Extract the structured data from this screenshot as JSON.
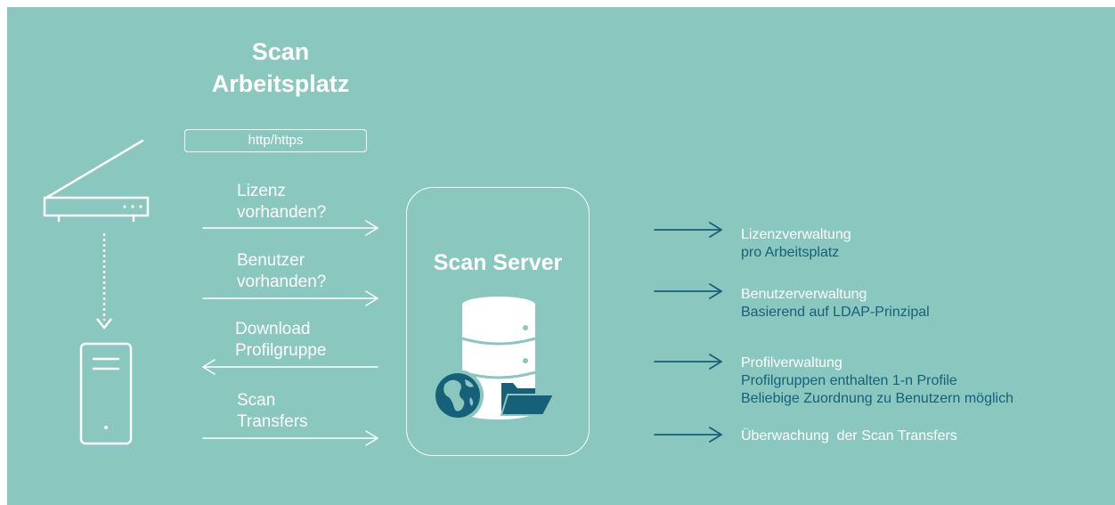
{
  "workstation": {
    "title_line1": "Scan",
    "title_line2": "Arbeitsplatz",
    "protocol": "http/https"
  },
  "messages": [
    {
      "line1": "Lizenz",
      "line2": "vorhanden?",
      "direction": "to-server"
    },
    {
      "line1": "Benutzer",
      "line2": "vorhanden?",
      "direction": "to-server"
    },
    {
      "line1": "Download",
      "line2": "Profilgruppe",
      "direction": "to-workstation"
    },
    {
      "line1": "Scan",
      "line2": "Transfers",
      "direction": "to-server"
    }
  ],
  "server": {
    "title": "Scan Server",
    "icons": [
      "database-icon",
      "globe-icon",
      "folder-icon"
    ]
  },
  "features": [
    {
      "title": "Lizenzverwaltung",
      "lines": [
        "pro Arbeitsplatz"
      ]
    },
    {
      "title": "Benutzerverwaltung",
      "lines": [
        "Basierend auf LDAP-Prinzipal"
      ]
    },
    {
      "title": "Profilverwaltung",
      "lines": [
        "Profilgruppen enthalten 1-n Profile",
        "Beliebige Zuordnung zu Benutzern möglich"
      ]
    },
    {
      "title": "Überwachung  der Scan Transfers",
      "lines": []
    }
  ],
  "colors": {
    "background": "#89c7bf",
    "foreground": "#ffffff",
    "accent_dark": "#17607a"
  },
  "devices": [
    "scanner-icon",
    "computer-tower-icon"
  ]
}
